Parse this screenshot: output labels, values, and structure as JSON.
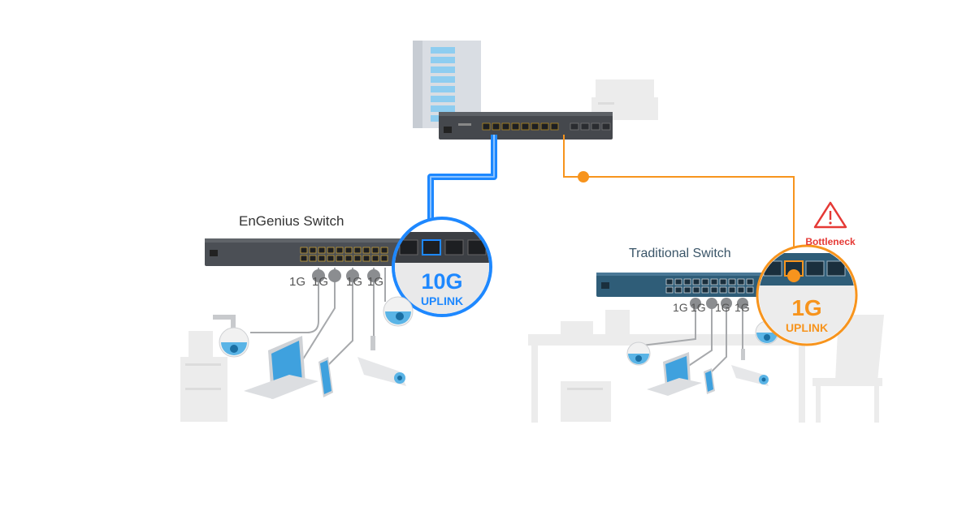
{
  "engenius": {
    "title": "EnGenius Switch",
    "port_speeds": [
      "1G",
      "1G",
      "1G",
      "1G"
    ],
    "uplink_speed": "10G",
    "uplink_word": "UPLINK"
  },
  "traditional": {
    "title": "Traditional Switch",
    "port_speeds": [
      "1G",
      "1G",
      "1G",
      "1G"
    ],
    "uplink_speed": "1G",
    "uplink_word": "UPLINK",
    "bottleneck_label": "Bottleneck"
  },
  "colors": {
    "engenius_uplink": "#1e88ff",
    "traditional_uplink": "#f7941d",
    "bottleneck": "#e53935",
    "switch_dark": "#4b4f55",
    "switch_traditional": "#2f5d78",
    "furniture": "#ececec",
    "device_cable": "#a7a9ac"
  },
  "icons": [
    "server-rack-icon",
    "core-switch-icon",
    "warning-icon",
    "dome-camera-icon",
    "bullet-camera-icon",
    "laptop-icon",
    "tablet-icon",
    "cabinet-icon",
    "chair-icon",
    "desk-icon"
  ]
}
